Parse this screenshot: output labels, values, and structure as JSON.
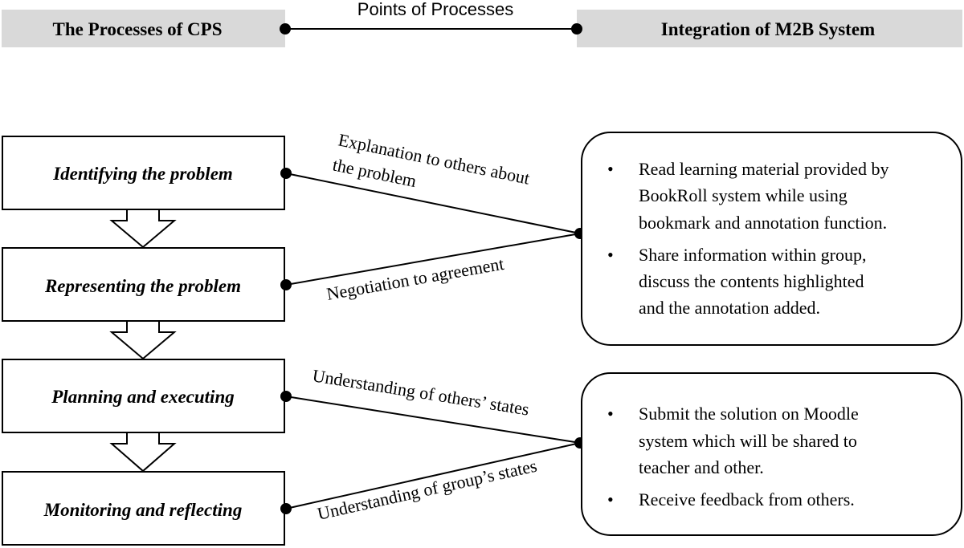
{
  "header": {
    "left_label": "The Processes of CPS",
    "middle_label": "Points of Processes",
    "right_label": "Integration of M2B System"
  },
  "steps": [
    {
      "label": "Identifying the problem"
    },
    {
      "label": "Representing the problem"
    },
    {
      "label": "Planning  and executing"
    },
    {
      "label": "Monitoring and reflecting"
    }
  ],
  "connectors": [
    {
      "lines": [
        "Explanation to others about",
        "the problem"
      ]
    },
    {
      "lines": [
        "Negotiation to agreement"
      ]
    },
    {
      "lines": [
        "Understanding of others’ states"
      ]
    },
    {
      "lines": [
        "Understanding of group’s states"
      ]
    }
  ],
  "boxes": [
    {
      "bullets": [
        {
          "lines": [
            "Read learning material provided by",
            "BookRoll system while using",
            "bookmark and annotation function."
          ]
        },
        {
          "lines": [
            "Share information within group,",
            "discuss the contents highlighted",
            "and the annotation added."
          ]
        }
      ]
    },
    {
      "bullets": [
        {
          "lines": [
            "Submit the solution on Moodle",
            "system which will be shared to",
            "teacher and other."
          ]
        },
        {
          "lines": [
            "Receive feedback from others."
          ]
        }
      ]
    }
  ],
  "colors": {
    "header_fill": "#d9d9d9",
    "line": "#000000"
  }
}
